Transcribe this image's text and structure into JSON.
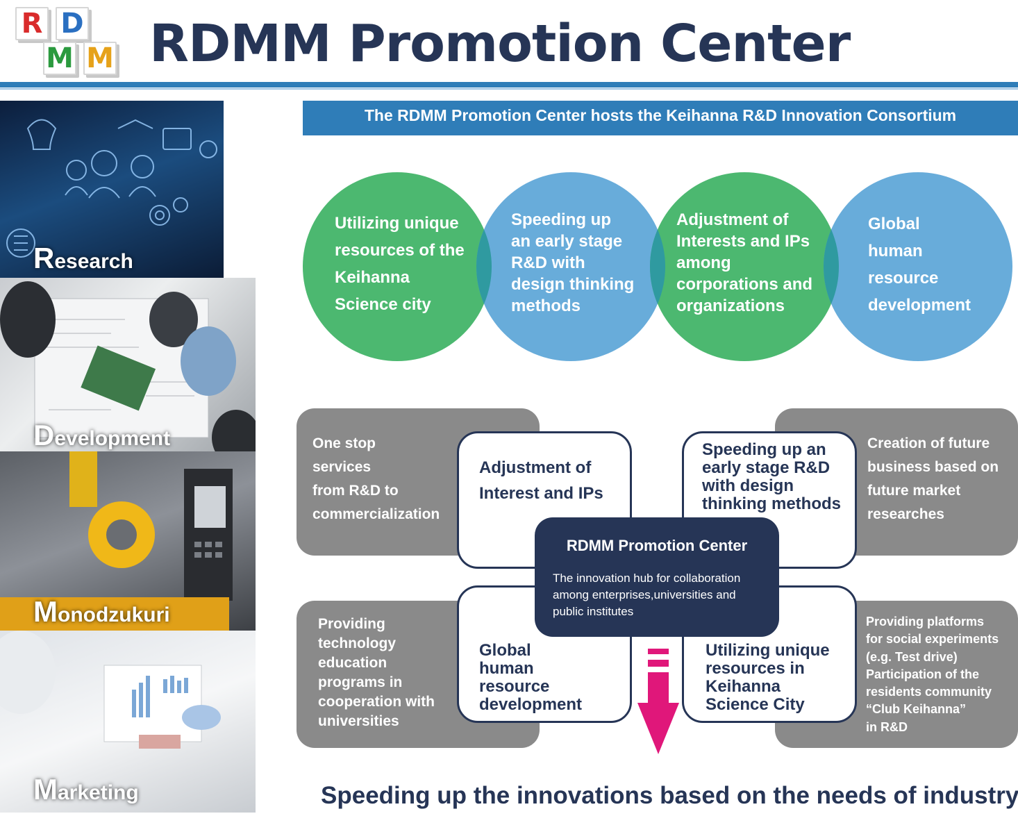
{
  "header": {
    "logo_letters": [
      {
        "letter": "R",
        "color": "#d92b2b"
      },
      {
        "letter": "D",
        "color": "#2a6fc1"
      },
      {
        "letter": "M",
        "color": "#2b9a3f"
      },
      {
        "letter": "M",
        "color": "#e6a21a"
      }
    ],
    "title": "RDMM Promotion Center"
  },
  "left_panel": [
    {
      "initial": "R",
      "rest": "esearch"
    },
    {
      "initial": "D",
      "rest": "evelopment"
    },
    {
      "initial": "M",
      "rest": "onodzukuri"
    },
    {
      "initial": "M",
      "rest": "arketing"
    }
  ],
  "banner": "The RDMM Promotion Center hosts the Keihanna R&D Innovation Consortium",
  "circles": [
    {
      "lines": [
        "Utilizing unique",
        "resources of the",
        "Keihanna",
        "Science city"
      ],
      "color": "#4cb870"
    },
    {
      "lines": [
        "Speeding up",
        "an early stage",
        "R&D with",
        "design thinking",
        "methods"
      ],
      "color": "#63a9d9"
    },
    {
      "lines": [
        "Adjustment of",
        "Interests and IPs",
        "among",
        "corporations and",
        "organizations"
      ],
      "color": "#4cb870"
    },
    {
      "lines": [
        "Global",
        "human",
        "resource",
        "development"
      ],
      "color": "#63a9d9"
    }
  ],
  "gray_boxes": [
    {
      "lines": [
        "One stop",
        "services",
        "from R&D to",
        "commercialization"
      ]
    },
    {
      "lines": [
        "Creation of future",
        "business based on",
        "future market",
        "researches"
      ]
    },
    {
      "lines": [
        "Providing",
        "technology",
        "education",
        "programs in",
        "cooperation with",
        "universities"
      ]
    },
    {
      "lines": [
        "Providing platforms",
        "for social experiments",
        "(e.g. Test drive)",
        "Participation of the",
        "residents community",
        "“Club Keihanna”",
        "in R&D"
      ]
    }
  ],
  "white_boxes": [
    {
      "lines": [
        "Adjustment of",
        "Interest and IPs"
      ]
    },
    {
      "lines": [
        "Speeding up an",
        "early stage R&D",
        "with design",
        "thinking methods"
      ]
    },
    {
      "lines": [
        "Global",
        "human",
        "resource",
        "development"
      ]
    },
    {
      "lines": [
        "Utilizing unique",
        "resources in",
        "Keihanna",
        "Science City"
      ]
    }
  ],
  "hub": {
    "title": "RDMM Promotion Center",
    "lines": [
      "The innovation hub for collaboration",
      "among enterprises,universities and",
      "public institutes"
    ]
  },
  "arrow_color": "#e0177a",
  "bottom_text": "Speeding up the innovations based on the needs of industry"
}
